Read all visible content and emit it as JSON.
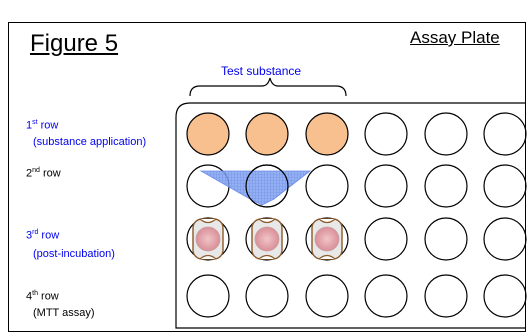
{
  "figure_title": "Figure 5",
  "plate_label": "Assay Plate",
  "test_substance_label": "Test substance",
  "rows": [
    {
      "number": "1",
      "suffix": "st",
      "word": "row",
      "note": "(substance application)",
      "color": "#0000ee"
    },
    {
      "number": "2",
      "suffix": "nd",
      "word": "row",
      "note": "",
      "color": "#000000"
    },
    {
      "number": "3",
      "suffix": "rd",
      "word": "row",
      "note": "(post-incubation)",
      "color": "#0000ee"
    },
    {
      "number": "4",
      "suffix": "th",
      "word": "row",
      "note": "(MTT assay)",
      "color": "#000000"
    }
  ],
  "colors": {
    "filled_well": "#f9c08f",
    "spread_blue": "#6f94ee",
    "tissue_pink": "#e8a3ab",
    "label_blue": "#0000ee"
  }
}
